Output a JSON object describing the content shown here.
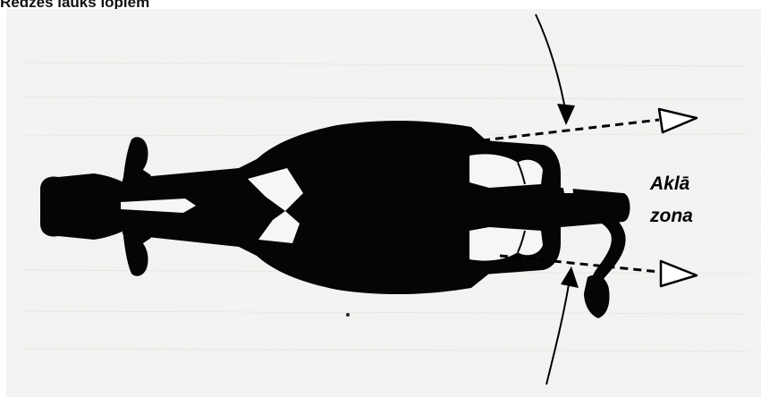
{
  "title": "Redzes lauks lopiem",
  "diagram": {
    "blind_zone_label_line1": "Aklā",
    "blind_zone_label_line2": "zona",
    "colors": {
      "background": "#ffffff",
      "scan_paper": "#f4f4f2",
      "silhouette": "#050505",
      "lines": "#000000"
    },
    "icons": {
      "animal": "cow-silhouette-top-view",
      "arrow": "pointer-arrow",
      "dashed_arrow": "open-triangle-arrowhead"
    }
  }
}
